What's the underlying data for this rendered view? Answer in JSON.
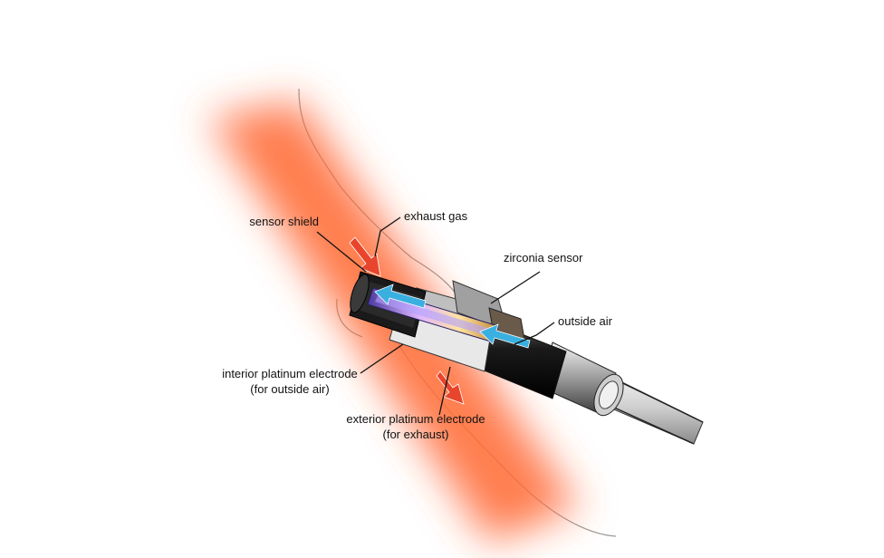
{
  "labels": {
    "sensor_shield": "sensor shield",
    "exhaust_gas": "exhaust gas",
    "zirconia_sensor": "zirconia sensor",
    "outside_air": "outside air",
    "interior_electrode_line1": "interior platinum electrode",
    "interior_electrode_line2": "(for outside air)",
    "exterior_electrode_line1": "exterior platinum electrode",
    "exterior_electrode_line2": "(for exhaust)"
  },
  "colors": {
    "exhaust_glow": "#ff5a2a",
    "exhaust_arrow": "#e8452c",
    "air_arrow": "#3ab0e0",
    "sensor_body": "#1c1c1c",
    "cable": "#d6d6d6"
  }
}
